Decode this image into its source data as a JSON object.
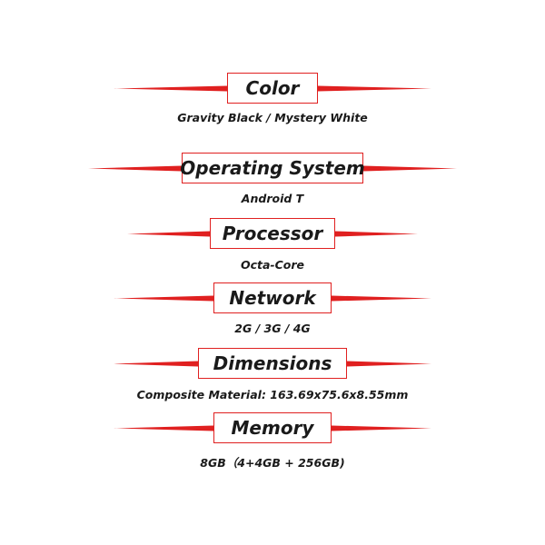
{
  "accent_color": "#e02020",
  "specs": [
    {
      "label": "Color",
      "value": "Gravity Black / Mystery White"
    },
    {
      "label": "Operating System",
      "value": "Android T"
    },
    {
      "label": "Processor",
      "value": "Octa-Core"
    },
    {
      "label": "Network",
      "value": "2G / 3G / 4G"
    },
    {
      "label": "Dimensions",
      "value": "Composite Material: 163.69x75.6x8.55mm"
    },
    {
      "label": "Memory",
      "value": "8GB（4+4GB + 256GB)"
    }
  ]
}
